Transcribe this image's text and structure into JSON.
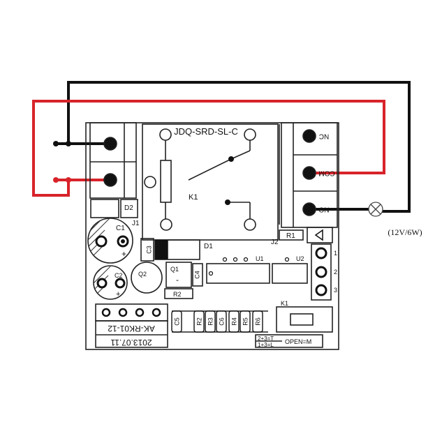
{
  "diagram": {
    "relay_part": "JDQ-SRD-SL-C",
    "relay_ref": "K1",
    "lamp_rating": "(12V/6W)",
    "board_model": "AK-RK01-12",
    "board_date": "2013.07.11",
    "jumper_note_1": "2+3=T",
    "jumper_note_2": "1+3=L",
    "open_note": "OPEN=M",
    "terminals": {
      "nc": "NC",
      "com": "COM",
      "no": "NO"
    },
    "header_pins": [
      "1",
      "2",
      "3"
    ],
    "components": {
      "c1": "C1",
      "c2": "C2",
      "c3": "C3",
      "c4": "C4",
      "c5": "C5",
      "c6": "C6",
      "d1": "D1",
      "d2": "D2",
      "j1": "J1",
      "j2": "J2",
      "q1": "Q1",
      "q2": "Q2",
      "r1": "R1",
      "r2": "R2",
      "r2b": "R2",
      "r3": "R3",
      "r4": "R4",
      "r5": "R5",
      "r6": "R6",
      "u1": "U1",
      "u2": "U2",
      "k1_switch": "K1",
      "plus": "+",
      "minus": "-"
    },
    "colors": {
      "wire_black": "#111111",
      "wire_red": "#d8232a",
      "board_line": "#222222"
    }
  }
}
